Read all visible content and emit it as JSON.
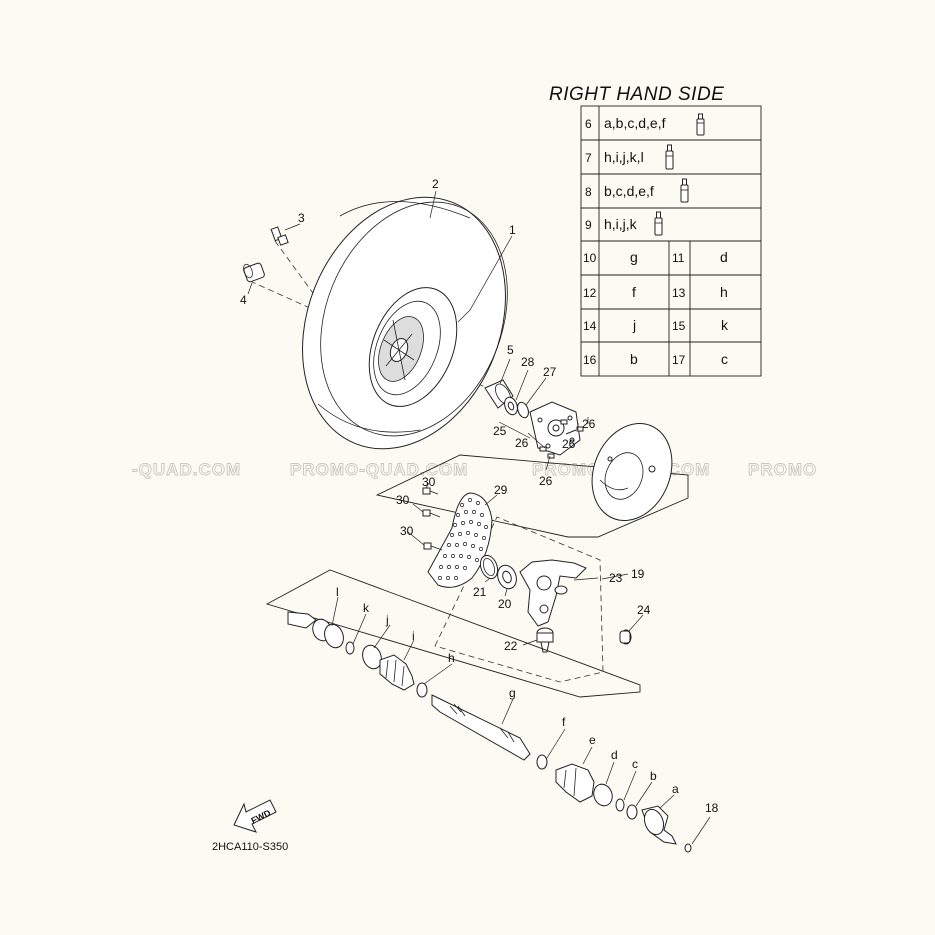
{
  "table": {
    "title": "RIGHT HAND SIDE",
    "wide_rows": [
      {
        "num": "6",
        "parts": "a,b,c,d,e,f",
        "icon": "grease-tube-icon"
      },
      {
        "num": "7",
        "parts": "h,i,j,k,l",
        "icon": "grease-tube-icon"
      },
      {
        "num": "8",
        "parts": "b,c,d,e,f",
        "icon": "grease-tube-icon"
      },
      {
        "num": "9",
        "parts": "h,i,j,k",
        "icon": "grease-tube-icon"
      }
    ],
    "pair_rows": [
      [
        {
          "num": "10",
          "part": "g"
        },
        {
          "num": "11",
          "part": "d"
        }
      ],
      [
        {
          "num": "12",
          "part": "f"
        },
        {
          "num": "13",
          "part": "h"
        }
      ],
      [
        {
          "num": "14",
          "part": "j"
        },
        {
          "num": "15",
          "part": "k"
        }
      ],
      [
        {
          "num": "16",
          "part": "b"
        },
        {
          "num": "17",
          "part": "c"
        }
      ]
    ]
  },
  "watermark": {
    "texts": [
      "-QUAD.COM",
      "PROMO-QUAD.COM",
      "PROMO-QUAD.COM",
      "PROMO"
    ]
  },
  "callouts": {
    "n1": "1",
    "n2": "2",
    "n3": "3",
    "n4": "4",
    "n5": "5",
    "n18": "18",
    "n19": "19",
    "n20": "20",
    "n21": "21",
    "n22": "22",
    "n23": "23",
    "n24": "24",
    "n25": "25",
    "n26a": "26",
    "n26b": "26",
    "n26c": "26",
    "n26d": "26",
    "n27": "27",
    "n28": "28",
    "n29": "29",
    "n30a": "30",
    "n30b": "30",
    "n30c": "30",
    "la": "a",
    "lb": "b",
    "lc": "c",
    "ld": "d",
    "le": "e",
    "lf": "f",
    "lg": "g",
    "lh": "h",
    "li": "i",
    "lj": "j",
    "lk": "k",
    "ll": "l"
  },
  "direction_arrow": "FWD",
  "diagram_code": "2HCA110-S350"
}
